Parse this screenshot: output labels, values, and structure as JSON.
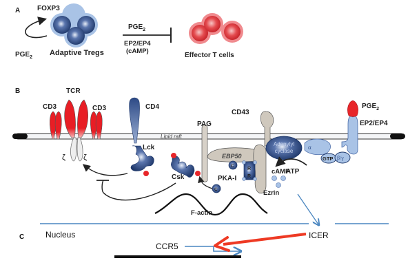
{
  "panel_a": {
    "panel_label": "A",
    "foxp3": "FOXP3",
    "pge2_left": "PGE",
    "pge2_left_sub": "2",
    "tregs_label": "Adaptive Tregs",
    "pge2_top": "PGE",
    "pge2_top_sub": "2",
    "receptor_label": "EP2/EP4",
    "camp_label": "(cAMP)",
    "effector_label": "Effector T cells"
  },
  "panel_b": {
    "panel_label": "B",
    "cd3_left": "CD3",
    "tcr": "TCR",
    "cd3_right": "CD3",
    "cd4": "CD4",
    "lipid_raft": "Lipid raft",
    "pag": "PAG",
    "cd43": "CD43",
    "pge2": "PGE",
    "pge2_sub": "2",
    "ep2_ep4": "EP2/EP4",
    "zeta_left": "ζ",
    "zeta_right": "ζ",
    "lck": "Lck",
    "csk": "Csk",
    "ebp50": "EBP50",
    "pka": "PKA-I",
    "pka_c": "C",
    "pka_r": "R",
    "adenylyl_line1": "Adenylyl",
    "adenylyl_line2": "cyclase",
    "alpha": "α",
    "gtp": "GTP",
    "beta_gamma": "β/γ",
    "camp": "cAMP",
    "atp": "ATP",
    "ezrin": "Ezrin",
    "factin": "F-actin"
  },
  "panel_c": {
    "panel_label": "C",
    "nucleus": "Nucleus",
    "icer": "ICER",
    "ccr5": "CCR5"
  },
  "colors": {
    "red": "#e8262a",
    "navy": "#23407a",
    "light_blue": "#a9c3e6",
    "grey_protein": "#cfc8bd",
    "nucleus_line": "#4a86c0",
    "icer_arrow": "#ee3a24"
  }
}
